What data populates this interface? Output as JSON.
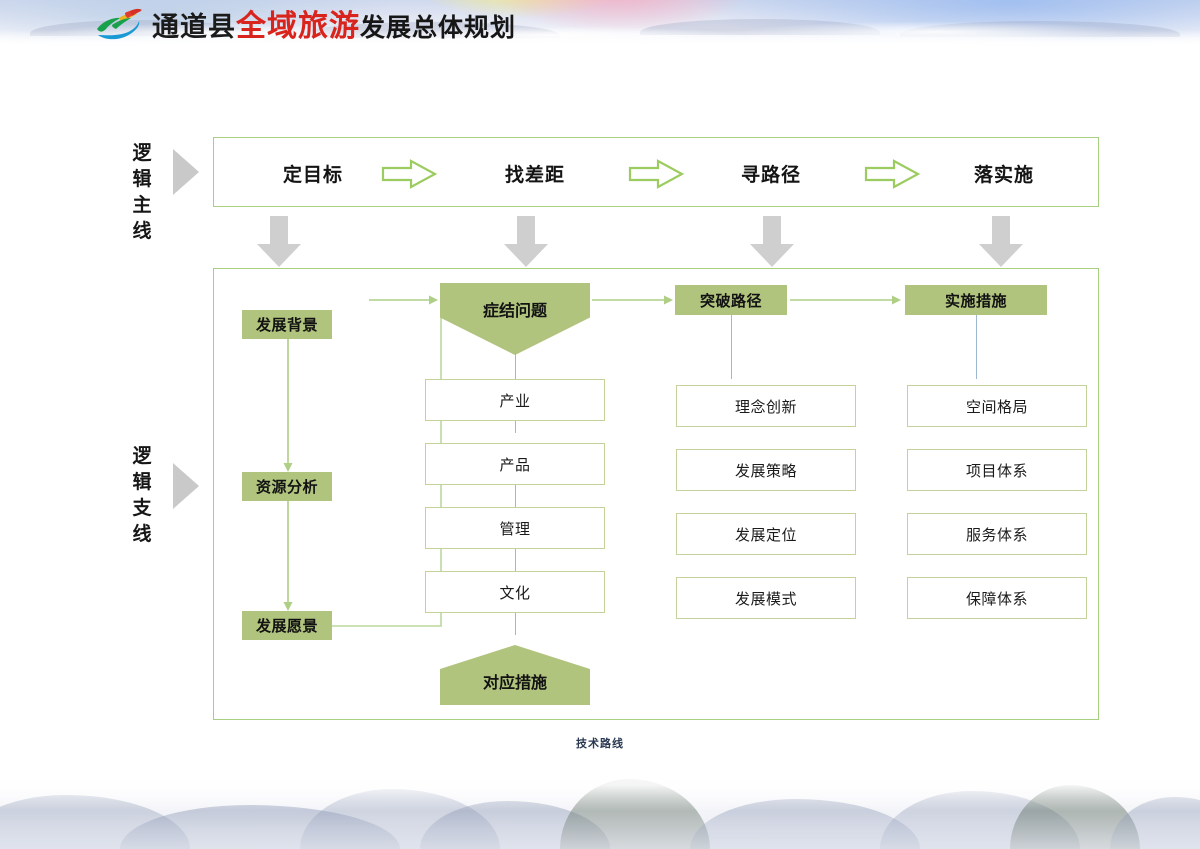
{
  "header": {
    "logo_icon": "tongdao-tourism-swoosh-logo",
    "title_segments": [
      {
        "text": "通道县",
        "style": "dark"
      },
      {
        "text": "全域旅游",
        "style": "red"
      },
      {
        "text": "发展总体规划",
        "style": "tail"
      }
    ],
    "title_full": "通道县全域旅游发展总体规划"
  },
  "colors": {
    "olive_fill": "#b1c47e",
    "light_green_border": "#a8cf7f",
    "box_border": "#c3d19a",
    "gray_arrow": "#cfcfcf",
    "connector_blue": "#9fb6cf",
    "connector_green": "#b6d394",
    "title_red": "#d8241d"
  },
  "diagram": {
    "caption": "技术路线",
    "rows": [
      {
        "id": "main-line",
        "side_label": "逻辑主线",
        "side_label_chars": [
          "逻",
          "辑",
          "主",
          "线"
        ],
        "marker_icon": "triangle-right-icon",
        "steps": [
          {
            "label": "定目标"
          },
          {
            "label": "找差距"
          },
          {
            "label": "寻路径"
          },
          {
            "label": "落实施"
          }
        ],
        "step_connector_icon": "block-arrow-right-icon"
      },
      {
        "id": "branch-line",
        "side_label": "逻辑支线",
        "side_label_chars": [
          "逻",
          "辑",
          "支",
          "线"
        ],
        "marker_icon": "triangle-right-icon"
      }
    ],
    "down_arrow_icon": "block-arrow-down-icon",
    "columns": [
      {
        "id": "background",
        "kind": "stack-pills",
        "items": [
          {
            "label": "发展背景"
          },
          {
            "label": "资源分析"
          },
          {
            "label": "发展愿景"
          }
        ],
        "arrow_icon": "arrow-down-icon"
      },
      {
        "id": "core-problems",
        "kind": "pentagon-stack",
        "head": {
          "label": "症结问题",
          "shape": "pentagon-down"
        },
        "items": [
          {
            "label": "产业"
          },
          {
            "label": "产品"
          },
          {
            "label": "管理"
          },
          {
            "label": "文化"
          }
        ],
        "foot": {
          "label": "对应措施",
          "shape": "pentagon-up"
        }
      },
      {
        "id": "breakthrough-path",
        "kind": "pill-stack",
        "head": {
          "label": "突破路径"
        },
        "items": [
          {
            "label": "理念创新"
          },
          {
            "label": "发展策略"
          },
          {
            "label": "发展定位"
          },
          {
            "label": "发展模式"
          }
        ]
      },
      {
        "id": "implementation-measures",
        "kind": "pill-stack",
        "head": {
          "label": "实施措施"
        },
        "items": [
          {
            "label": "空间格局"
          },
          {
            "label": "项目体系"
          },
          {
            "label": "服务体系"
          },
          {
            "label": "保障体系"
          }
        ]
      }
    ]
  }
}
